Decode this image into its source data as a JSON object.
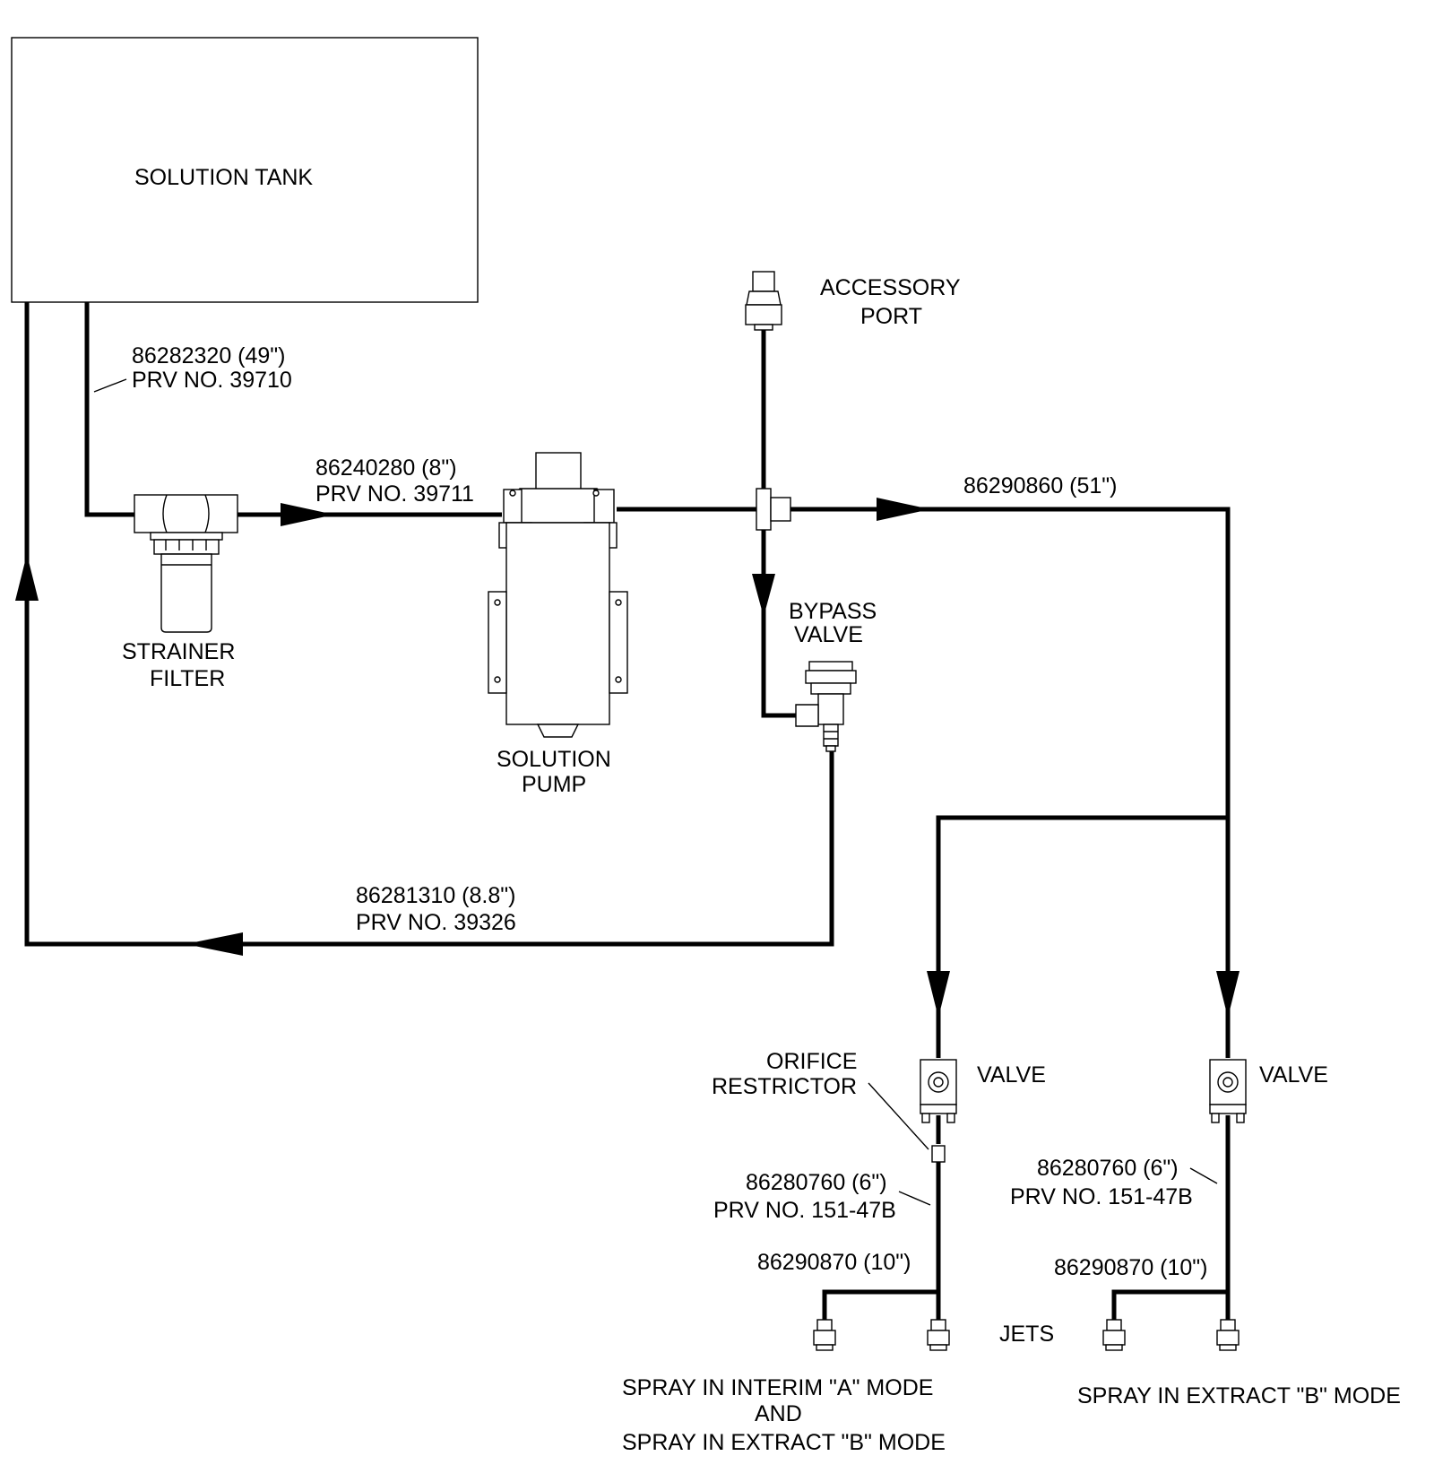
{
  "labels": {
    "tank": "SOLUTION TANK",
    "hose_tank_line1": "86282320 (49\")",
    "hose_tank_line2": "PRV NO. 39710",
    "hose_pump_line1": "86240280 (8\")",
    "hose_pump_line2": "PRV NO. 39711",
    "accessory_line1": "ACCESSORY",
    "accessory_line2": "PORT",
    "hose_main": "86290860 (51\")",
    "bypass_line1": "BYPASS",
    "bypass_line2": "VALVE",
    "strainer_line1": "STRAINER",
    "strainer_line2": "FILTER",
    "pump_line1": "SOLUTION",
    "pump_line2": "PUMP",
    "hose_return_line1": "86281310 (8.8\")",
    "hose_return_line2": "PRV NO. 39326",
    "orifice_line1": "ORIFICE",
    "orifice_line2": "RESTRICTOR",
    "valve_a": "VALVE",
    "valve_b": "VALVE",
    "hose_a_line1": "86280760 (6\")",
    "hose_a_line2": "PRV NO. 151-47B",
    "hose_b_line1": "86280760 (6\")",
    "hose_b_line2": "PRV NO. 151-47B",
    "jet_hose_a": "86290870 (10\")",
    "jet_hose_b": "86290870 (10\")",
    "jets": "JETS",
    "spray_a_line1": "SPRAY IN INTERIM \"A\" MODE",
    "spray_a_line2": "AND",
    "spray_a_line3": "SPRAY IN EXTRACT \"B\" MODE",
    "spray_b": "SPRAY IN EXTRACT \"B\" MODE"
  }
}
